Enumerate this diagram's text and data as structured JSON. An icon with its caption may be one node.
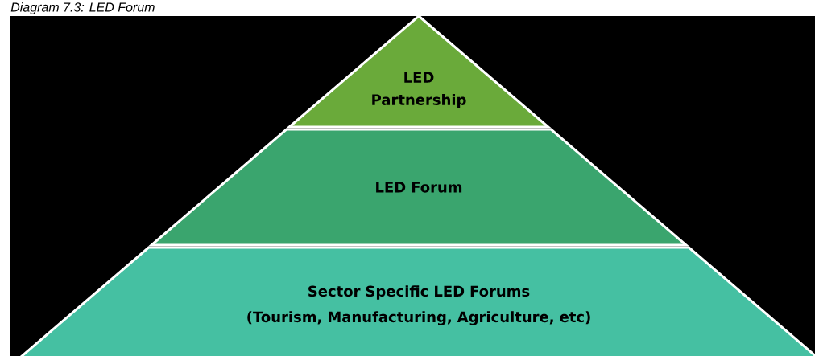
{
  "diagram": {
    "title": "Diagram 7.3: LED Forum",
    "nodes": [
      {
        "text": [
          "LED Partnership"
        ]
      },
      {
        "text": [
          "LED Forum"
        ]
      },
      {
        "text": [
          "Sector Specific LED Forums",
          "(Tourism, Manufacturing, Agriculture, etc)"
        ]
      }
    ]
  }
}
